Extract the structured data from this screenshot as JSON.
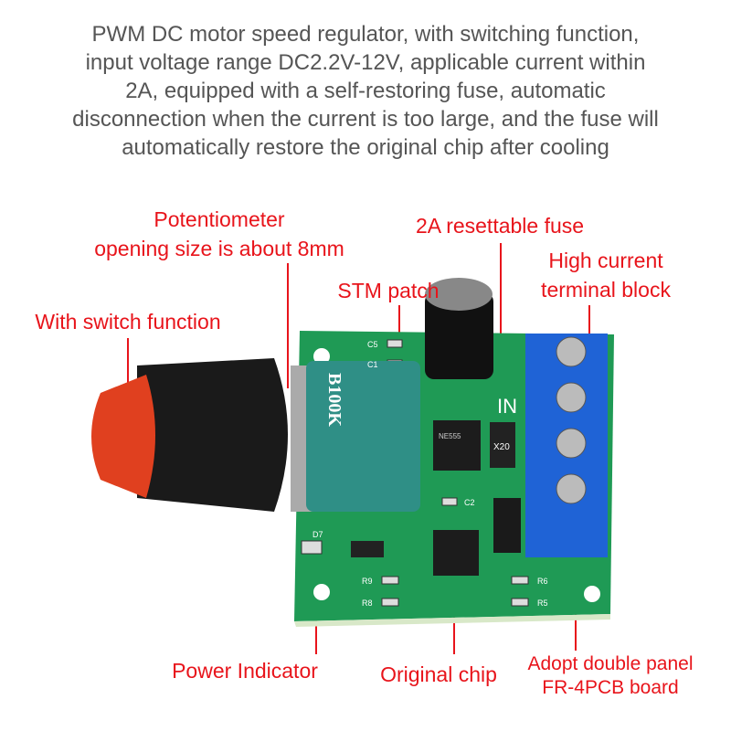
{
  "description": [
    "PWM DC motor speed regulator, with switching function,",
    "input voltage range DC2.2V-12V, applicable current within",
    "2A, equipped with a self-restoring fuse, automatic",
    "disconnection when the current is too large, and the fuse will",
    "automatically restore the original chip after cooling"
  ],
  "labels": {
    "potentiometer": [
      "Potentiometer",
      "opening size is about 8mm"
    ],
    "fuse": "2A resettable fuse",
    "terminal": [
      "High current",
      "terminal block"
    ],
    "stm": "STM patch",
    "switch": "With switch function",
    "power": "Power Indicator",
    "chip": "Original chip",
    "board": [
      "Adopt double panel",
      "FR-4PCB board"
    ]
  },
  "pcb_marks": {
    "c5": "C5",
    "c1": "C1",
    "c2": "C2",
    "d7": "D7",
    "r9": "R9",
    "r8": "R8",
    "r6": "R6",
    "r5": "R5",
    "in": "IN",
    "pot": "B100K",
    "ic": "NE555",
    "fuse": "X20"
  },
  "colors": {
    "label": "#e8141b",
    "pcb": "#1f9a55",
    "terminal": "#1f63d6"
  }
}
